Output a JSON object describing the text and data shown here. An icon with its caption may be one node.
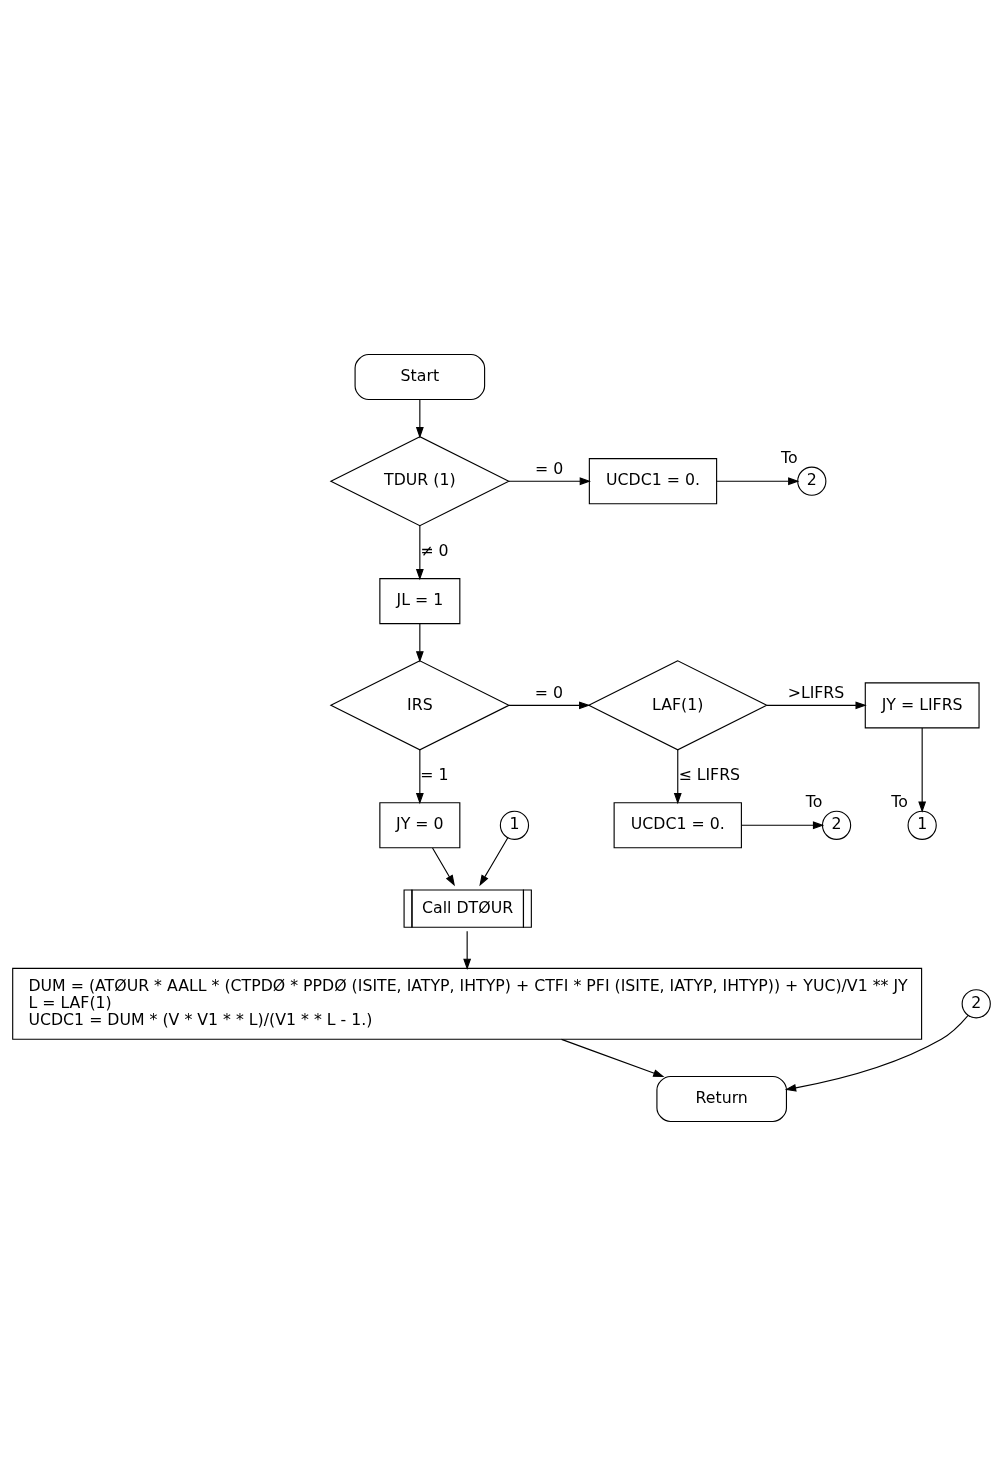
{
  "diagram": {
    "nodes": [
      {
        "text": [
          "Start"
        ]
      },
      {
        "text": [
          "TDUR (1)"
        ]
      },
      {
        "text": [
          "UCDC1 = 0."
        ]
      },
      {
        "text": [
          "2"
        ],
        "beside": [
          "To"
        ]
      },
      {
        "text": [
          "JL = 1"
        ]
      },
      {
        "text": [
          "IRS"
        ]
      },
      {
        "text": [
          "LAF(1)"
        ]
      },
      {
        "text": [
          "JY = LIFRS"
        ]
      },
      {
        "text": [
          "1"
        ],
        "beside": [
          "To"
        ]
      },
      {
        "text": [
          "JY = 0"
        ]
      },
      {
        "text": [
          "UCDC1 = 0."
        ]
      },
      {
        "text": [
          "2"
        ],
        "beside": [
          "To"
        ]
      },
      {
        "text": [
          "1"
        ]
      },
      {
        "text": [
          "Call DTØUR"
        ]
      },
      {
        "text": [
          "DUM = (ATØUR * AALL * (CTPDØ * PPDØ (ISITE, IATYP, IHTYP) + CTFI * PFI (ISITE, IATYP, IHTYP)) + YUC)/V1 ** JY",
          "L = LAF(1)",
          "UCDC1 = DUM * (V * V1 * * L)/(V1 * * L - 1.)"
        ]
      },
      {
        "text": [
          "2"
        ]
      },
      {
        "text": [
          "Return"
        ]
      }
    ],
    "edges": [
      {
        "from": 0,
        "to": 1,
        "arrow": "to"
      },
      {
        "from": 1,
        "to": 2,
        "arrow": "to",
        "label": "= 0"
      },
      {
        "from": 2,
        "to": 3,
        "arrow": "to"
      },
      {
        "from": 1,
        "to": 4,
        "arrow": "to",
        "label": "≠ 0"
      },
      {
        "from": 4,
        "to": 5,
        "arrow": "to"
      },
      {
        "from": 5,
        "to": 6,
        "arrow": "to",
        "label": "= 0"
      },
      {
        "from": 6,
        "to": 7,
        "arrow": "to",
        "label": ">LIFRS"
      },
      {
        "from": 7,
        "to": 8,
        "arrow": "to"
      },
      {
        "from": 6,
        "to": 10,
        "arrow": "to",
        "label": "≤ LIFRS"
      },
      {
        "from": 10,
        "to": 11,
        "arrow": "to"
      },
      {
        "from": 5,
        "to": 9,
        "arrow": "to",
        "label": "= 1"
      },
      {
        "from": 9,
        "to": 13,
        "arrow": "to"
      },
      {
        "from": 12,
        "to": 13,
        "arrow": "to"
      },
      {
        "from": 13,
        "to": 14,
        "arrow": "to"
      },
      {
        "from": 14,
        "to": 16,
        "arrow": "to"
      },
      {
        "from": 15,
        "to": 16,
        "arrow": "to"
      }
    ]
  }
}
